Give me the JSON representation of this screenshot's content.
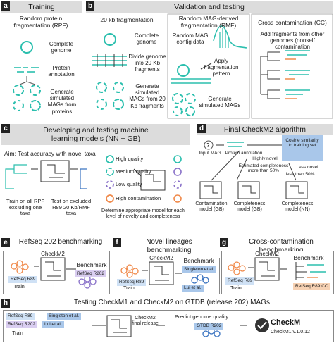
{
  "panels": {
    "a": {
      "letter": "a",
      "title": "Training",
      "subtitle": "Random protein fragmentation (RPF)",
      "labels": [
        "Complete genome",
        "Protein annotation",
        "Generate simulated MAGs from proteins"
      ]
    },
    "b": {
      "letter": "b",
      "title": "Validation and testing",
      "kb_title": "20 kb fragmentation",
      "kb_labels": [
        "Complete genome",
        "Divide genome into 20 Kb fragments",
        "Generate simulated MAGs from 20 Kb fragments"
      ],
      "rmf_title": "Random MAG-derived fragmentation (RMF)",
      "rmf_labels": [
        "Random MAG contig data",
        "Apply fragmentation pattern",
        "Generate simulated MAGs"
      ],
      "cc_title": "Cross contamination (CC)",
      "cc_label": "Add fragments from other genomes (nonself contamination"
    },
    "c": {
      "letter": "c",
      "title": "Developing and testing machine learning models (NN + GB)",
      "aim": "Aim: Test accuracy with novel taxa",
      "train": "Train on all RPF excluding one taxa",
      "test": "Test on excluded R89 20 Kb/RMF taxa",
      "qualities": [
        "High quality",
        "Medium quality",
        "Low quality",
        "High contamination"
      ],
      "determine": "Determine appropriate model for each level of novelty and completeness",
      "r89": "R89"
    },
    "d": {
      "letter": "d",
      "title": "Final CheckM2 algorithm",
      "input": "Input MAG",
      "protein": "Protein annotation",
      "cosine": "Cosine similarity to training set",
      "highly": "Highly novel",
      "estimated": "Estimated completeness more than 50%",
      "less": "Less novel",
      "less50": "less than 50%",
      "models": [
        "Contamination model (GB)",
        "Completeness model (GB)",
        "Completeness model (NN)"
      ]
    },
    "e": {
      "letter": "e",
      "title": "RefSeq 202 benchmarking",
      "checkm2": "CheckM2",
      "benchmark": "Benchmark",
      "tag1": "RefSeq R89",
      "tag2": "RefSeq R202",
      "train": "Train"
    },
    "f": {
      "letter": "f",
      "title": "Novel lineages benchmarking",
      "checkm2": "CheckM2",
      "benchmark": "Benchmark",
      "tag1": "RefSeq R89",
      "tag2": "Singleton et al.",
      "tag3": "Lui et al.",
      "train": "Train"
    },
    "g": {
      "letter": "g",
      "title": "Cross-contamination benchmarking",
      "checkm2": "CheckM2",
      "benchmark": "Benchmark",
      "tag1": "RefSeq R89",
      "tag2": "RefSeq R89 CC",
      "train": "Train"
    },
    "h": {
      "letter": "h",
      "title": "Testing CheckM1 and CheckM2 on GTDB (release 202) MAGs",
      "tags": [
        "RefSeq R89",
        "RefSeq R202",
        "Lui et al.",
        "Singleton et al."
      ],
      "train": "Train",
      "final": "CheckM2 final release",
      "predict": "Predict genome quality",
      "gtdb": "GTDB R202",
      "checkm": "CheckM",
      "version": "CheckM1 v.1.0.12"
    }
  },
  "colors": {
    "teal": "#2bbfae",
    "orange": "#f08a4b",
    "purple": "#8a72c9",
    "blue": "#3a73c0",
    "header": "#dcdcdc"
  }
}
